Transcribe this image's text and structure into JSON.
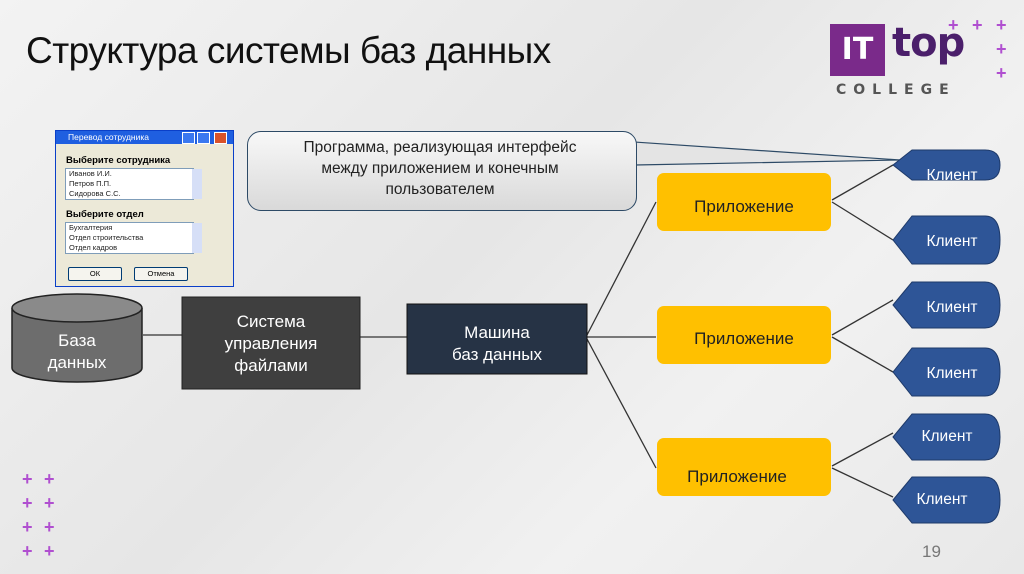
{
  "slide": {
    "title": "Структура системы баз данных",
    "page_number": "19"
  },
  "logo": {
    "it": "IT",
    "top": "top",
    "college": "COLLEGE"
  },
  "callout": {
    "lines": [
      "Программа, реализующая интерфейс",
      "между приложением и конечным",
      "пользователем"
    ]
  },
  "dialog": {
    "title": "Перевод сотрудника",
    "employee_label": "Выберите сотрудника",
    "employees": [
      "Иванов И.И.",
      "Петров П.П.",
      "Сидорова С.С."
    ],
    "department_label": "Выберите отдел",
    "departments": [
      "Бухгалтерия",
      "Отдел строительства",
      "Отдел кадров"
    ],
    "ok_label": "ОК",
    "cancel_label": "Отмена"
  },
  "database": {
    "lines": [
      "База",
      "данных"
    ]
  },
  "file_system": {
    "lines": [
      "Система",
      "управления",
      "файлами"
    ]
  },
  "db_machine": {
    "lines": [
      "Машина",
      "баз данных"
    ]
  },
  "applications": [
    "Приложение",
    "Приложение",
    "Приложение"
  ],
  "clients": [
    "Клиент",
    "Клиент",
    "Клиент",
    "Клиент",
    "Клиент",
    "Клиент"
  ],
  "colors": {
    "accent_purple": "#7a2a8a",
    "app_yellow": "#ffc000",
    "client_blue": "#2e5597",
    "dark_block": "#3f3f3f",
    "machine_block": "#263345"
  }
}
